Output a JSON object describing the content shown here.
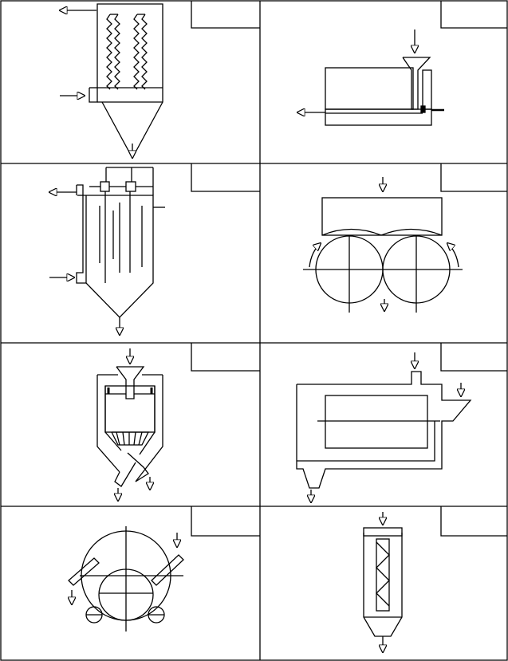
{
  "figure": {
    "panels": [
      {
        "id": "p1",
        "symbol": "filter-collector-icon"
      },
      {
        "id": "p2",
        "symbol": "screw-feeder-icon"
      },
      {
        "id": "p3",
        "symbol": "electrostatic-precipitator-icon"
      },
      {
        "id": "p4",
        "symbol": "roller-press-icon"
      },
      {
        "id": "p5",
        "symbol": "cone-separator-icon"
      },
      {
        "id": "p6",
        "symbol": "drum-dryer-icon"
      },
      {
        "id": "p7",
        "symbol": "ball-mill-icon"
      },
      {
        "id": "p8",
        "symbol": "spiral-column-icon"
      }
    ]
  }
}
